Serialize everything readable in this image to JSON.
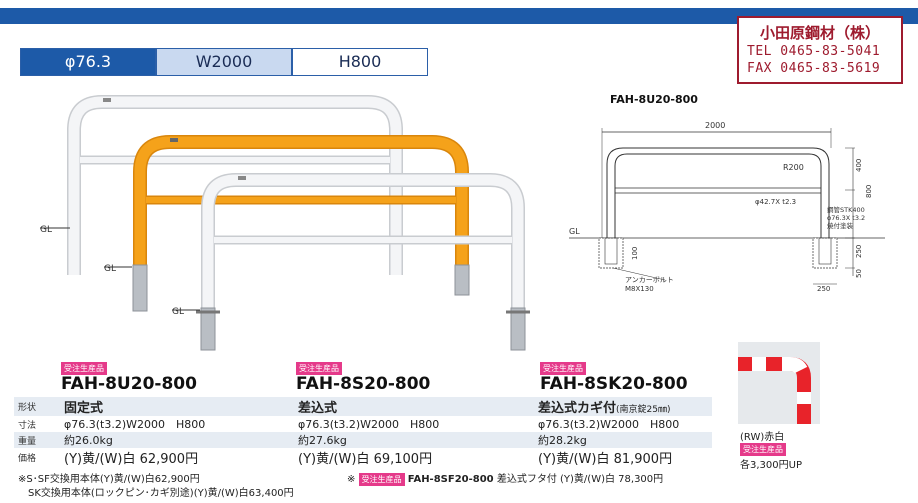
{
  "specs": {
    "diameter": "φ76.3",
    "width": "W2000",
    "height": "H800"
  },
  "company": {
    "name": "小田原鋼材（株）",
    "tel": "TEL  0465-83-5041",
    "fax": "FAX  0465-83-5619"
  },
  "illustration": {
    "gl_label": "GL",
    "colors": {
      "white": "#f4f5f7",
      "yellow": "#f5a21a",
      "steel": "#b9bec4"
    }
  },
  "drawing": {
    "title": "FAH-8U20-800",
    "dim_width": "2000",
    "radius": "R200",
    "pipe": "φ42.7X t2.3",
    "dim_400": "400",
    "dim_800": "800",
    "dim_250": "250",
    "dim_50": "50",
    "dim_100": "100",
    "dim_250_bottom": "250",
    "steel_note_1": "鋼管STK400",
    "steel_note_2": "φ76.3X t3.2",
    "steel_note_3": "焼付塗装",
    "gl": "GL",
    "anchor_1": "アンカーボルト",
    "anchor_2": "M8X130"
  },
  "products": [
    {
      "tag": "受注生産品",
      "name": "FAH-8U20-800"
    },
    {
      "tag": "受注生産品",
      "name": "FAH-8S20-800"
    },
    {
      "tag": "受注生産品",
      "name": "FAH-8SK20-800"
    }
  ],
  "table": {
    "labels": {
      "type": "形状",
      "dims": "寸法",
      "weight": "重量",
      "price": "価格"
    },
    "types": [
      "固定式",
      "差込式",
      "差込式カギ付"
    ],
    "type3_note": "(南京錠25㎜)",
    "dims": [
      "φ76.3(t3.2)W2000　H800",
      "φ76.3(t3.2)W2000　H800",
      "φ76.3(t3.2)W2000　H800"
    ],
    "weights": [
      "約26.0kg",
      "約27.6kg",
      "約28.2kg"
    ],
    "prices": [
      "(Y)黄/(W)白 62,900円",
      "(Y)黄/(W)白 69,100円",
      "(Y)黄/(W)白 81,900円"
    ]
  },
  "footnotes": {
    "line1": "※S･SF交換用本体(Y)黄/(W)白62,900円",
    "line2": "SK交換用本体(ロックピン･カギ別途)(Y)黄/(W)白63,400円",
    "mark": "※",
    "tag": "受注生産品",
    "sf_model": "FAH-8SF20-800",
    "sf_desc": "差込式フタ付",
    "sf_price": "(Y)黄/(W)白 78,300円"
  },
  "rw": {
    "label": "(RW)赤白",
    "tag": "受注生産品",
    "price": "各3,300円UP",
    "colors": {
      "red": "#e8232a",
      "white": "#ffffff"
    }
  }
}
